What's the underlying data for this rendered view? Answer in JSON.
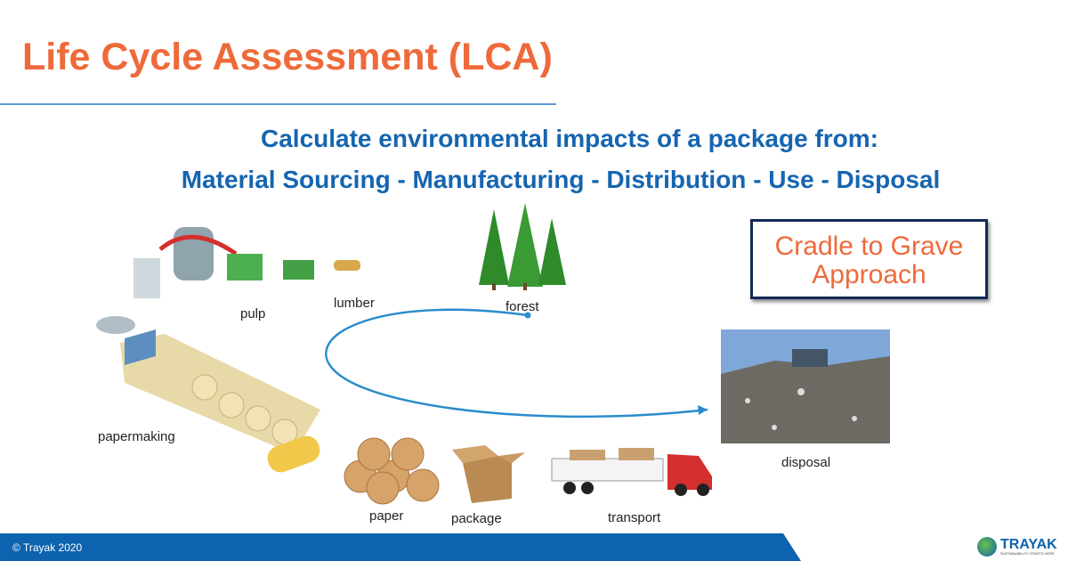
{
  "title": "Life Cycle Assessment (LCA)",
  "subtitle_1": "Calculate environmental impacts of a package from:",
  "subtitle_2": "Material Sourcing - Manufacturing - Distribution - Use - Disposal",
  "callout": {
    "line1": "Cradle to Grave",
    "line2": "Approach"
  },
  "stages": {
    "forest": "forest",
    "lumber": "lumber",
    "pulp": "pulp",
    "papermaking": "papermaking",
    "paper": "paper",
    "package": "package",
    "transport": "transport",
    "disposal": "disposal"
  },
  "footer": {
    "copyright": "© Trayak 2020",
    "logo": "TRAYAK",
    "logo_tagline": "SUSTAINABILITY STARTS HERE"
  },
  "colors": {
    "title": "#ee6a3a",
    "subtitle": "#1565b0",
    "footer": "#0d63ae",
    "arrow": "#2a8ccc"
  }
}
